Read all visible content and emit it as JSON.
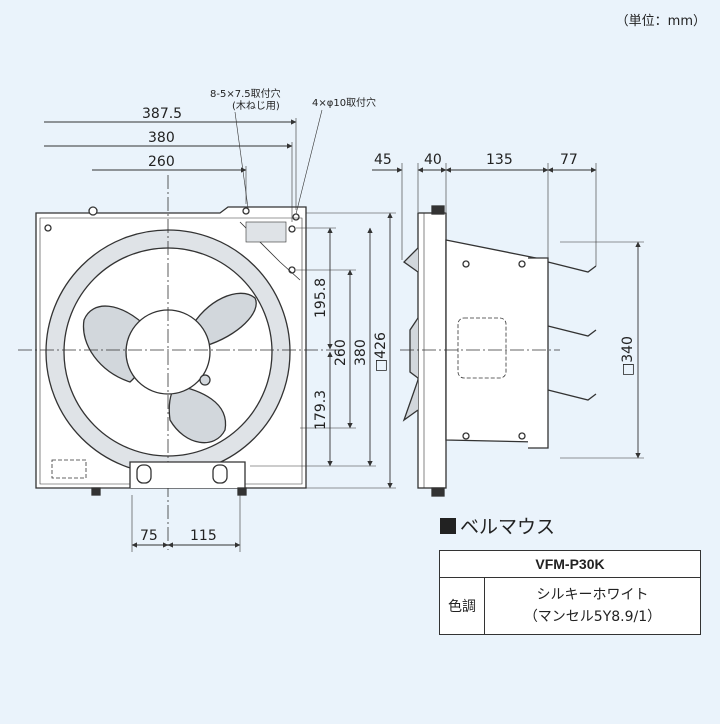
{
  "unit_label": "（単位：mm）",
  "front": {
    "dims_top": [
      "387.5",
      "380",
      "260"
    ],
    "callout_left_line1": "8-5×7.5取付穴",
    "callout_left_line2": "(木ねじ用)",
    "callout_right": "4×φ10取付穴",
    "dims_right": [
      "195.8",
      "179.3",
      "260",
      "380",
      "□426"
    ],
    "dims_bottom": [
      "75",
      "115"
    ]
  },
  "side": {
    "dims_top": [
      "45",
      "40",
      "135",
      "77"
    ],
    "dim_right": "□340"
  },
  "legend": {
    "title": "ベルマウス"
  },
  "spec_table": {
    "model": "VFM-P30K",
    "row_label": "色調",
    "color_line1": "シルキーホワイト",
    "color_line2": "（マンセル5Y8.9/1）"
  },
  "colors": {
    "background": "#eaf3fb",
    "line": "#333333",
    "fan_fill": "#d2d7dc"
  }
}
